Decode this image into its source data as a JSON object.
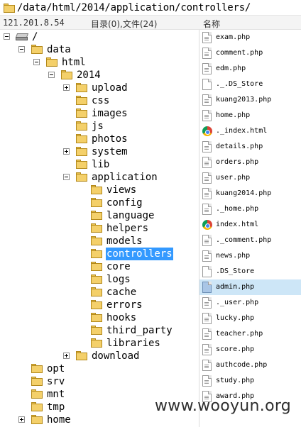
{
  "path": "/data/html/2014/application/controllers/",
  "info": {
    "ip": "121.201.8.54",
    "count": "目录(0),文件(24)",
    "name_col": "名称"
  },
  "tree": [
    {
      "name": "/",
      "expanded": true,
      "indent": 0,
      "icon": "drive-icon"
    },
    {
      "name": "data",
      "expanded": true,
      "indent": 1
    },
    {
      "name": "html",
      "expanded": true,
      "indent": 2
    },
    {
      "name": "2014",
      "expanded": true,
      "indent": 3
    },
    {
      "name": "upload",
      "expander": "plus",
      "indent": 4
    },
    {
      "name": "css",
      "indent": 4
    },
    {
      "name": "images",
      "indent": 4
    },
    {
      "name": "js",
      "indent": 4
    },
    {
      "name": "photos",
      "indent": 4
    },
    {
      "name": "system",
      "expander": "plus",
      "indent": 4
    },
    {
      "name": "lib",
      "indent": 4
    },
    {
      "name": "application",
      "expanded": true,
      "indent": 4
    },
    {
      "name": "views",
      "indent": 5
    },
    {
      "name": "config",
      "indent": 5
    },
    {
      "name": "language",
      "indent": 5
    },
    {
      "name": "helpers",
      "indent": 5
    },
    {
      "name": "models",
      "indent": 5
    },
    {
      "name": "controllers",
      "indent": 5,
      "selected": true
    },
    {
      "name": "core",
      "indent": 5
    },
    {
      "name": "logs",
      "indent": 5
    },
    {
      "name": "cache",
      "indent": 5
    },
    {
      "name": "errors",
      "indent": 5
    },
    {
      "name": "hooks",
      "indent": 5
    },
    {
      "name": "third_party",
      "indent": 5
    },
    {
      "name": "libraries",
      "indent": 5
    },
    {
      "name": "download",
      "expander": "plus",
      "indent": 4
    },
    {
      "name": "opt",
      "indent": 1
    },
    {
      "name": "srv",
      "indent": 1
    },
    {
      "name": "mnt",
      "indent": 1
    },
    {
      "name": "tmp",
      "indent": 1
    },
    {
      "name": "home",
      "expander": "plus",
      "indent": 1
    }
  ],
  "files": [
    {
      "name": "exam.php",
      "icon": "php-file-icon"
    },
    {
      "name": "comment.php",
      "icon": "php-file-icon"
    },
    {
      "name": "edm.php",
      "icon": "php-file-icon"
    },
    {
      "name": "._.DS_Store",
      "icon": "file-icon"
    },
    {
      "name": "kuang2013.php",
      "icon": "php-file-icon"
    },
    {
      "name": "home.php",
      "icon": "php-file-icon"
    },
    {
      "name": "._index.html",
      "icon": "chrome-icon"
    },
    {
      "name": "details.php",
      "icon": "php-file-icon"
    },
    {
      "name": "orders.php",
      "icon": "php-file-icon"
    },
    {
      "name": "user.php",
      "icon": "php-file-icon"
    },
    {
      "name": "kuang2014.php",
      "icon": "php-file-icon"
    },
    {
      "name": "._home.php",
      "icon": "php-file-icon"
    },
    {
      "name": "index.html",
      "icon": "chrome-icon"
    },
    {
      "name": "._comment.php",
      "icon": "php-file-icon"
    },
    {
      "name": "news.php",
      "icon": "php-file-icon"
    },
    {
      "name": ".DS_Store",
      "icon": "file-icon"
    },
    {
      "name": "admin.php",
      "icon": "image-file-icon",
      "selected": true
    },
    {
      "name": "._user.php",
      "icon": "php-file-icon"
    },
    {
      "name": "lucky.php",
      "icon": "php-file-icon"
    },
    {
      "name": "teacher.php",
      "icon": "php-file-icon"
    },
    {
      "name": "score.php",
      "icon": "php-file-icon"
    },
    {
      "name": "authcode.php",
      "icon": "php-file-icon"
    },
    {
      "name": "study.php",
      "icon": "php-file-icon"
    },
    {
      "name": "award.php",
      "icon": "php-file-icon"
    }
  ],
  "watermark": "www.wooyun.org"
}
